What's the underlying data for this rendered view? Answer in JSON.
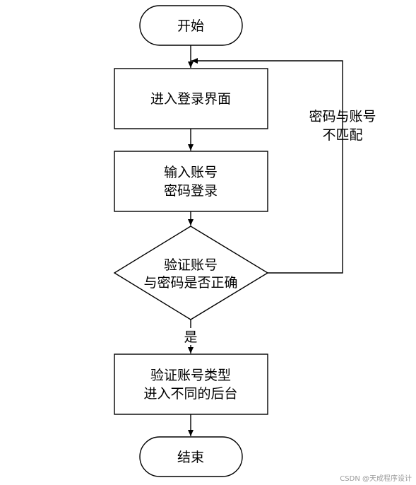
{
  "nodes": {
    "start": "开始",
    "enter_login": "进入登录界面",
    "input_line1": "输入账号",
    "input_line2": "密码登录",
    "verify_line1": "验证账号",
    "verify_line2": "与密码是否正确",
    "route_line1": "验证账号类型",
    "route_line2": "进入不同的后台",
    "end": "结束"
  },
  "edges": {
    "yes_label": "是",
    "mismatch_line1": "密码与账号",
    "mismatch_line2": "不匹配"
  },
  "watermark": "CSDN @天成程序设计"
}
